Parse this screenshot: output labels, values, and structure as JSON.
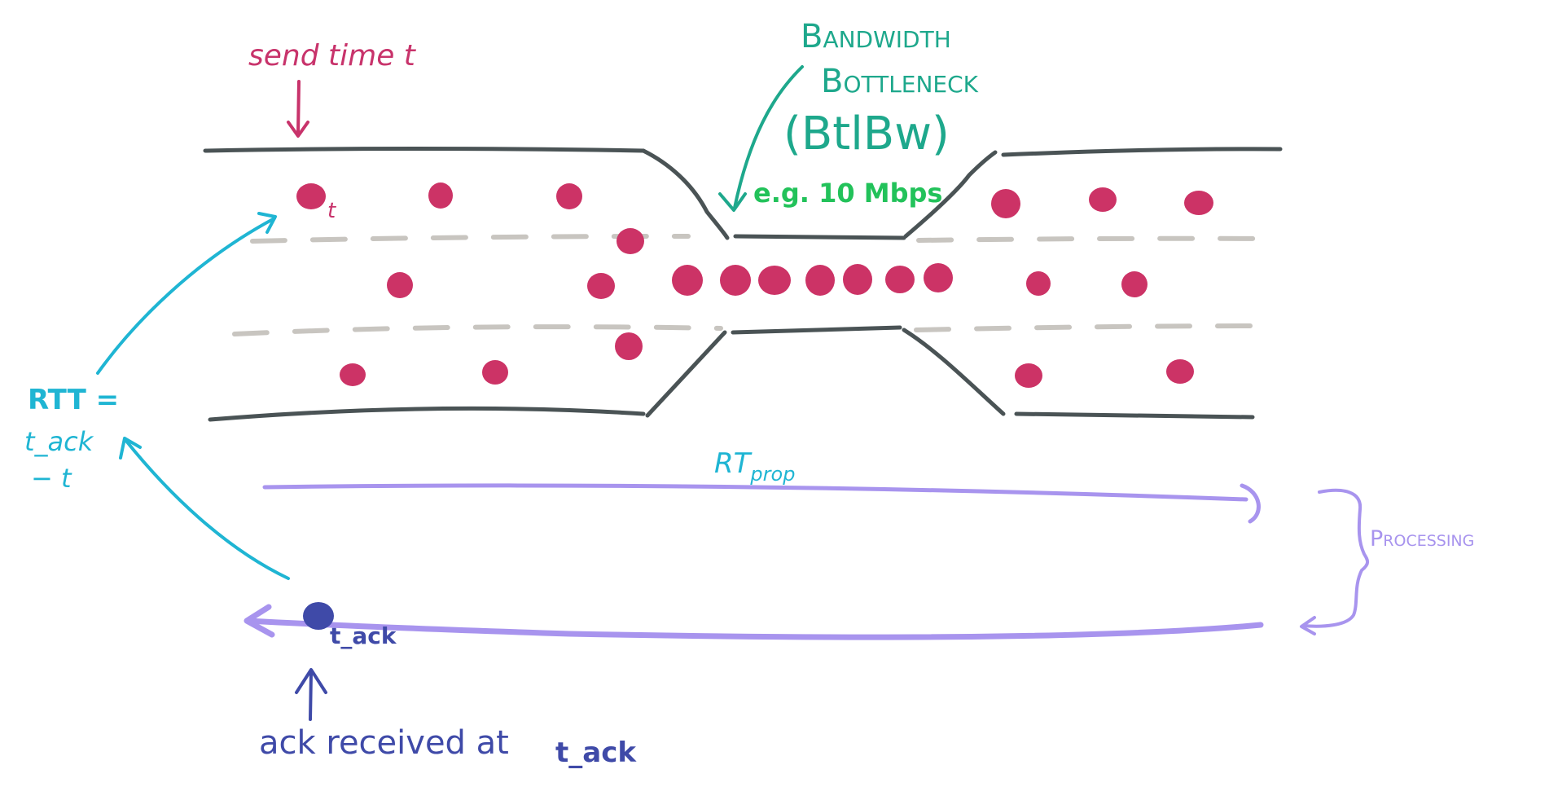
{
  "labels": {
    "send_time": "send time t",
    "packet_subscript": "t",
    "bottleneck_line1": "Bandwidth",
    "bottleneck_line2": "Bottleneck",
    "bottleneck_line3": "(BtlBw)",
    "bottleneck_example": "e.g. 10 Mbps",
    "rtt_line1": "RTT =",
    "rtt_line2": "t_ack",
    "rtt_line3": "− t",
    "rtprop_main": "RT",
    "rtprop_sub": "prop",
    "processing": "Processing",
    "ack_subscript": "t_ack",
    "ack_received": "ack received at",
    "ack_received_sub": "t_ack"
  },
  "colors": {
    "packet": "#cc3366",
    "pipe": "#4a5355",
    "lane_divider": "#c8c5c0",
    "send_annotation": "#c8336b",
    "bottleneck_annotation": "#1ea88c",
    "bottleneck_example": "#22c25a",
    "rtt_annotation": "#1fb5d3",
    "rtprop_line": "#a894ee",
    "ack_annotation": "#3f4aa8"
  },
  "icons": {
    "send_arrow": "arrow-down-icon",
    "ack_arrow": "arrow-up-icon",
    "ack_return": "arrow-left-icon"
  }
}
